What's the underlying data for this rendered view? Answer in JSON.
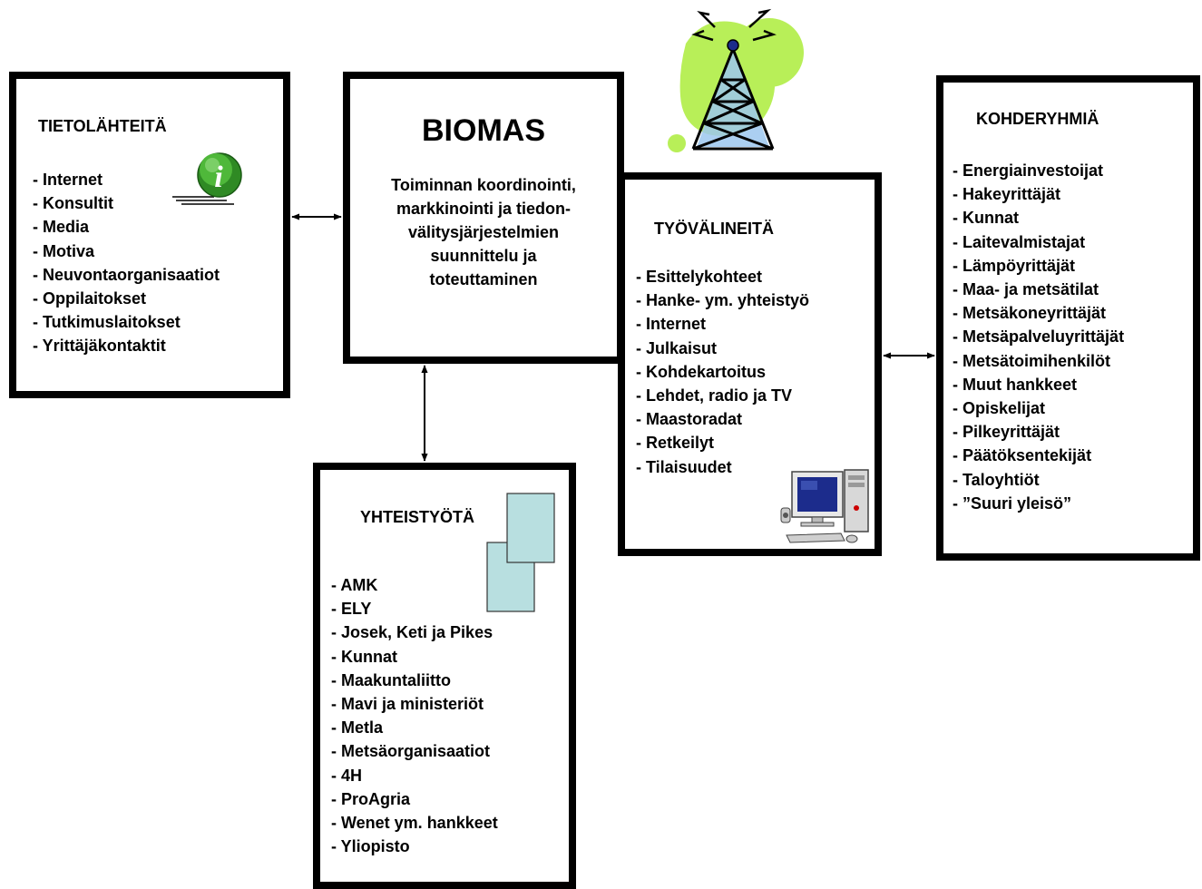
{
  "tietolahteita": {
    "title": "TIETOLÄHTEITÄ",
    "items": [
      "- Internet",
      "- Konsultit",
      "- Media",
      "- Motiva",
      "- Neuvontaorganisaatiot",
      "- Oppilaitokset",
      "- Tutkimuslaitokset",
      "- Yrittäjäkontaktit"
    ]
  },
  "biomas": {
    "title": "BIOMAS",
    "description_lines": [
      "Toiminnan koordinointi,",
      "markkinointi ja tiedon-",
      "välitysjärjestelmien",
      "suunnittelu ja",
      "toteuttaminen"
    ]
  },
  "tyovalineita": {
    "title": "TYÖVÄLINEITÄ",
    "items": [
      "- Esittelykohteet",
      "- Hanke- ym. yhteistyö",
      "- Internet",
      "- Julkaisut",
      "- Kohdekartoitus",
      "- Lehdet, radio ja TV",
      "- Maastoradat",
      "- Retkeilyt",
      "- Tilaisuudet"
    ]
  },
  "kohderyhmia": {
    "title": "KOHDERYHMIÄ",
    "items": [
      "- Energiainvestoijat",
      "- Hakeyrittäjät",
      "- Kunnat",
      "- Laitevalmistajat",
      "- Lämpöyrittäjät",
      "- Maa- ja metsätilat",
      "- Metsäkoneyrittäjät",
      "- Metsäpalveluyrittäjät",
      "- Metsätoimihenkilöt",
      "- Muut hankkeet",
      "- Opiskelijat",
      "- Pilkeyrittäjät",
      "- Päätöksentekijät",
      "- Taloyhtiöt",
      "- ”Suuri yleisö”"
    ]
  },
  "yhteistyota": {
    "title": "YHTEISTYÖTÄ",
    "items": [
      "- AMK",
      "- ELY",
      "- Josek, Keti ja Pikes",
      "- Kunnat",
      "- Maakuntaliitto",
      "- Mavi ja ministeriöt",
      "- Metla",
      "- Metsäorganisaatiot",
      "- 4H",
      "- ProAgria",
      "- Wenet ym. hankkeet",
      "- Yliopisto"
    ]
  },
  "icons": {
    "info": "info-icon",
    "antenna": "radio-tower-icon",
    "computer": "computer-icon",
    "documents": "documents-icon"
  },
  "colors": {
    "border": "#000000",
    "info_green": "#3a9a2a",
    "antenna_bg_green": "#b8ef58",
    "tower_blue": "#9cc7ee",
    "documents_fill": "#b8dfe0",
    "monitor_blue": "#1c2c8c"
  }
}
